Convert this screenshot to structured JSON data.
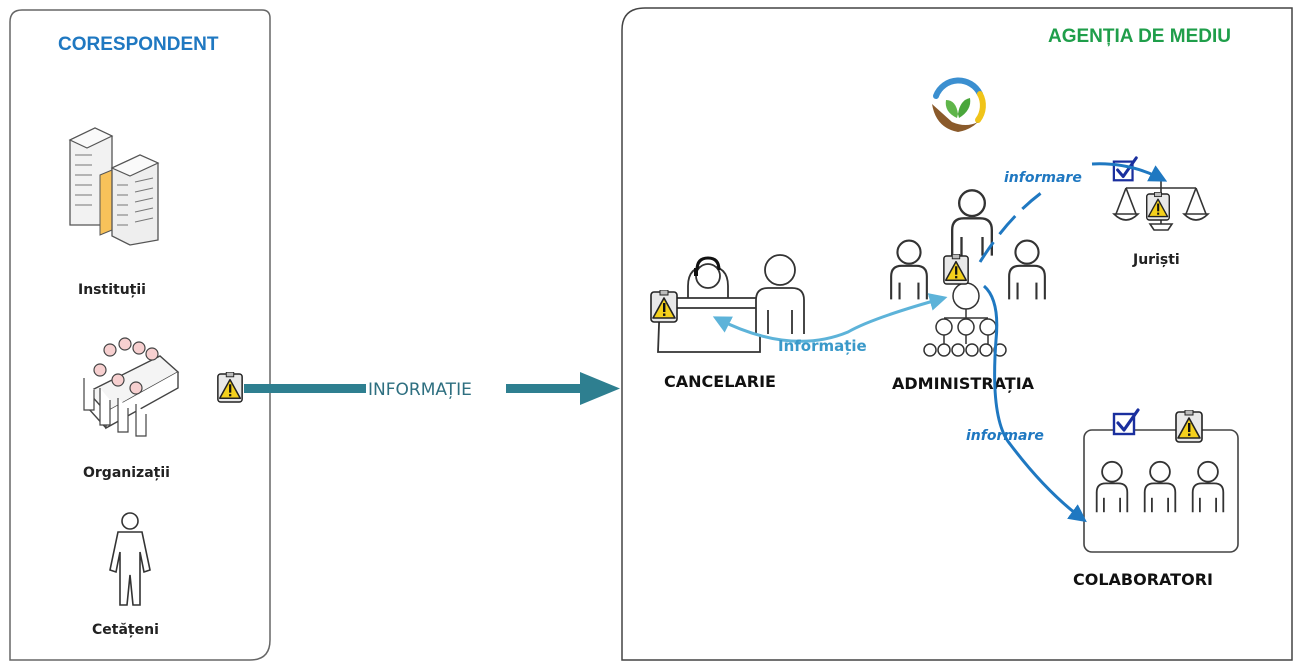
{
  "colors": {
    "left_title": "#1f78c1",
    "right_title": "#1f9e4a",
    "main_arrow": "#2e7f90",
    "flow_text": "#2e6f80",
    "info_arrow": "#5db3d9",
    "informare_arrow": "#1f78c1",
    "informare_text": "#1f78c1",
    "warning_fill": "#f4d01c"
  },
  "left_panel": {
    "title": "CORESPONDENT",
    "items": [
      {
        "label": "Instituții",
        "icon": "server-icon"
      },
      {
        "label": "Organizații",
        "icon": "meeting-icon"
      },
      {
        "label": "Cetățeni",
        "icon": "person-icon"
      }
    ]
  },
  "main_flow": {
    "label": "INFORMAȚIE"
  },
  "right_panel": {
    "title": "AGENȚIA DE MEDIU",
    "logo_icon": "leaf-logo-icon",
    "nodes": {
      "cancelarie": "CANCELARIE",
      "administratia": "ADMINISTRAȚIA",
      "juristi": "Juriști",
      "colaboratori": "COLABORATORI"
    },
    "edges": {
      "informatie": "Informație",
      "informare_top": "informare",
      "informare_bottom": "informare"
    }
  }
}
